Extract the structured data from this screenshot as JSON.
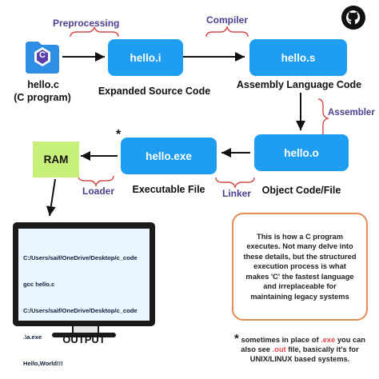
{
  "nodes": {
    "source": {
      "caption_line1": "hello.c",
      "caption_line2": "(C program)",
      "icon_text": "C"
    },
    "expanded": {
      "label": "hello.i",
      "caption": "Expanded Source Code"
    },
    "assembly": {
      "label": "hello.s",
      "caption": "Assembly Language Code"
    },
    "object": {
      "label": "hello.o",
      "caption": "Object Code/File"
    },
    "executable": {
      "label": "hello.exe",
      "caption": "Executable File",
      "marker": "*"
    },
    "ram": {
      "label": "RAM"
    }
  },
  "steps": {
    "preprocessing": "Preprocessing",
    "compiler": "Compiler",
    "assembler": "Assembler",
    "linker": "Linker",
    "loader": "Loader"
  },
  "output": {
    "caption": "OUTPUT",
    "terminal_lines": [
      "C:/Users/saif/OneDrive/Desktop/c_code",
      "gcc hello.c",
      "C:/Users/saif/OneDrive/Desktop/c_code",
      ".\\a.exe",
      "Hello,World!!!"
    ]
  },
  "note": {
    "text": "This is how a C program executes. Not many delve into these details, but the structured execution process is what makes 'C' the fastest language and irreplaceable for maintaining legacy systems"
  },
  "footnote": {
    "star": "*",
    "before": "sometimes in place of ",
    "ext_exe": ".exe",
    "middle": " you can also see ",
    "ext_out": ".out",
    "after": " file, basically it's for UNIX/LINUX based systems."
  },
  "colors": {
    "box_blue": "#1f9df0",
    "ram_green": "#c6f07a",
    "step_purple": "#4a3f8f",
    "brace_red": "#d24b4b",
    "note_border": "#e58c5a",
    "highlight_red": "#e8484b"
  },
  "icons": {
    "corner": "github-icon",
    "source": "c-language-file-icon",
    "output": "monitor-icon"
  }
}
